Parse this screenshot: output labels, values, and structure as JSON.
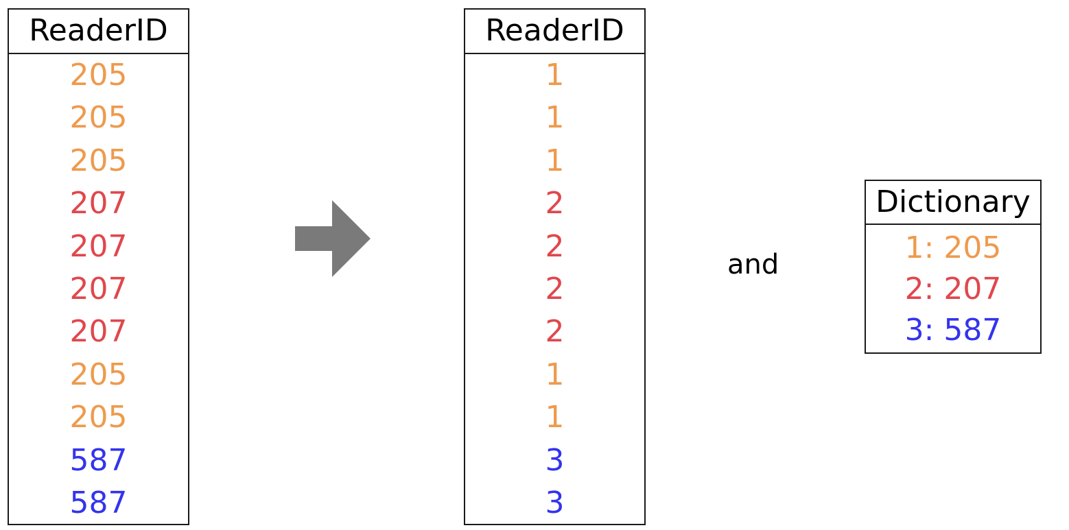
{
  "colors": {
    "orange": "#EE9A4D",
    "red": "#E0474C",
    "blue": "#3333EE",
    "arrow": "#7a7a7a"
  },
  "left_table": {
    "header": "ReaderID",
    "rows": [
      {
        "value": "205",
        "color": "orange"
      },
      {
        "value": "205",
        "color": "orange"
      },
      {
        "value": "205",
        "color": "orange"
      },
      {
        "value": "207",
        "color": "red"
      },
      {
        "value": "207",
        "color": "red"
      },
      {
        "value": "207",
        "color": "red"
      },
      {
        "value": "207",
        "color": "red"
      },
      {
        "value": "205",
        "color": "orange"
      },
      {
        "value": "205",
        "color": "orange"
      },
      {
        "value": "587",
        "color": "blue"
      },
      {
        "value": "587",
        "color": "blue"
      }
    ]
  },
  "arrow": {
    "icon": "right-arrow-icon"
  },
  "right_table": {
    "header": "ReaderID",
    "rows": [
      {
        "value": "1",
        "color": "orange"
      },
      {
        "value": "1",
        "color": "orange"
      },
      {
        "value": "1",
        "color": "orange"
      },
      {
        "value": "2",
        "color": "red"
      },
      {
        "value": "2",
        "color": "red"
      },
      {
        "value": "2",
        "color": "red"
      },
      {
        "value": "2",
        "color": "red"
      },
      {
        "value": "1",
        "color": "orange"
      },
      {
        "value": "1",
        "color": "orange"
      },
      {
        "value": "3",
        "color": "blue"
      },
      {
        "value": "3",
        "color": "blue"
      }
    ]
  },
  "connector_text": "and",
  "dictionary": {
    "header": "Dictionary",
    "rows": [
      {
        "value": "1: 205",
        "color": "orange"
      },
      {
        "value": "2: 207",
        "color": "red"
      },
      {
        "value": "3: 587",
        "color": "blue"
      }
    ]
  }
}
